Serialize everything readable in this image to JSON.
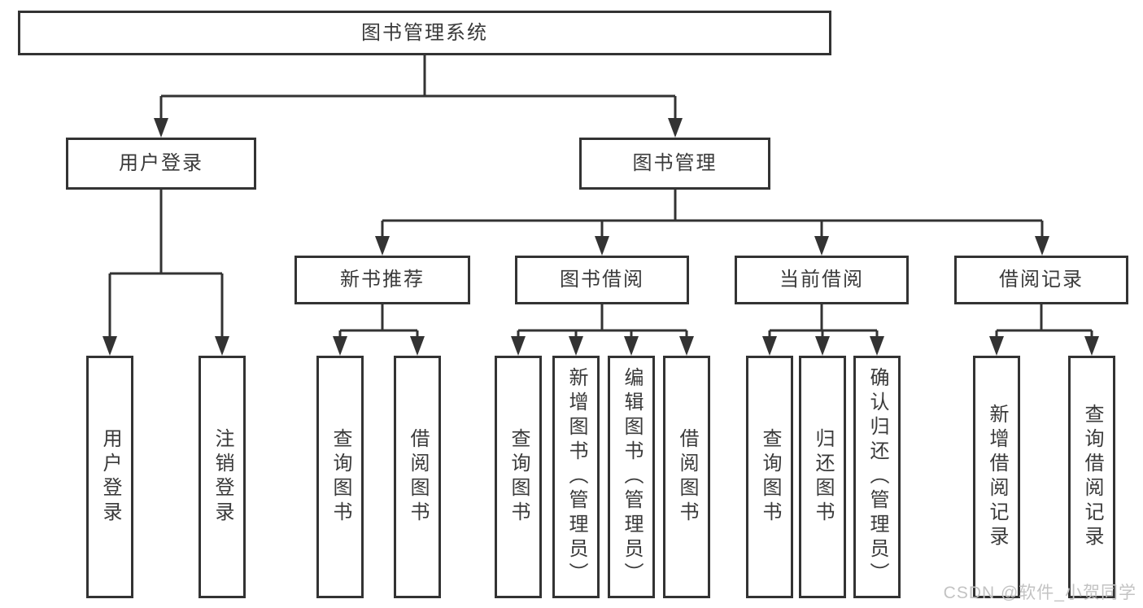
{
  "tree": {
    "label": "图书管理系统",
    "children": [
      {
        "label": "用户登录",
        "children": [
          {
            "label": "用户登录"
          },
          {
            "label": "注销登录"
          }
        ]
      },
      {
        "label": "图书管理",
        "children": [
          {
            "label": "新书推荐",
            "children": [
              {
                "label": "查询图书"
              },
              {
                "label": "借阅图书"
              }
            ]
          },
          {
            "label": "图书借阅",
            "children": [
              {
                "label": "查询图书"
              },
              {
                "label": "新增图书（管理员）"
              },
              {
                "label": "编辑图书（管理员）"
              },
              {
                "label": "借阅图书"
              }
            ]
          },
          {
            "label": "当前借阅",
            "children": [
              {
                "label": "查询图书"
              },
              {
                "label": "归还图书"
              },
              {
                "label": "确认归还（管理员）"
              }
            ]
          },
          {
            "label": "借阅记录",
            "children": [
              {
                "label": "新增借阅记录"
              },
              {
                "label": "查询借阅记录"
              }
            ]
          }
        ]
      }
    ]
  },
  "watermark": "CSDN @软件_小贺同学",
  "colors": {
    "line": "#333333",
    "text": "#3a3a3a",
    "watermark": "#c3c3c3",
    "background": "#ffffff"
  }
}
